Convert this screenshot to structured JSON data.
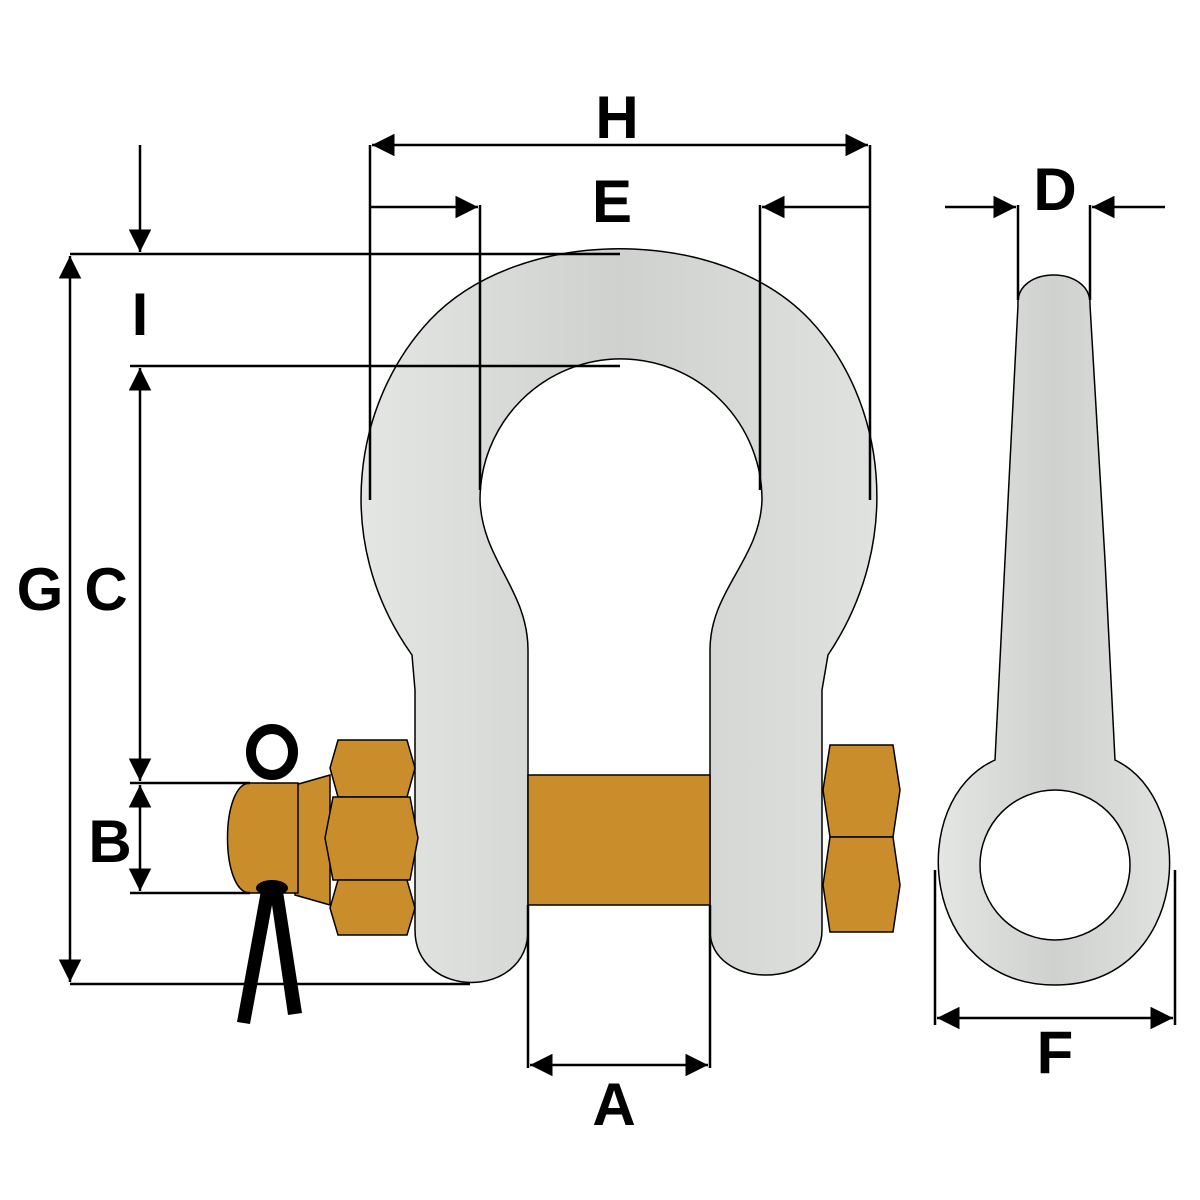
{
  "diagram": {
    "labels": {
      "H": "H",
      "E": "E",
      "D": "D",
      "I": "I",
      "G": "G",
      "C": "C",
      "B": "B",
      "A": "A",
      "F": "F"
    },
    "colors": {
      "steel": "#d9dbd9",
      "gold": "#c98e2b",
      "line": "#000000"
    }
  }
}
